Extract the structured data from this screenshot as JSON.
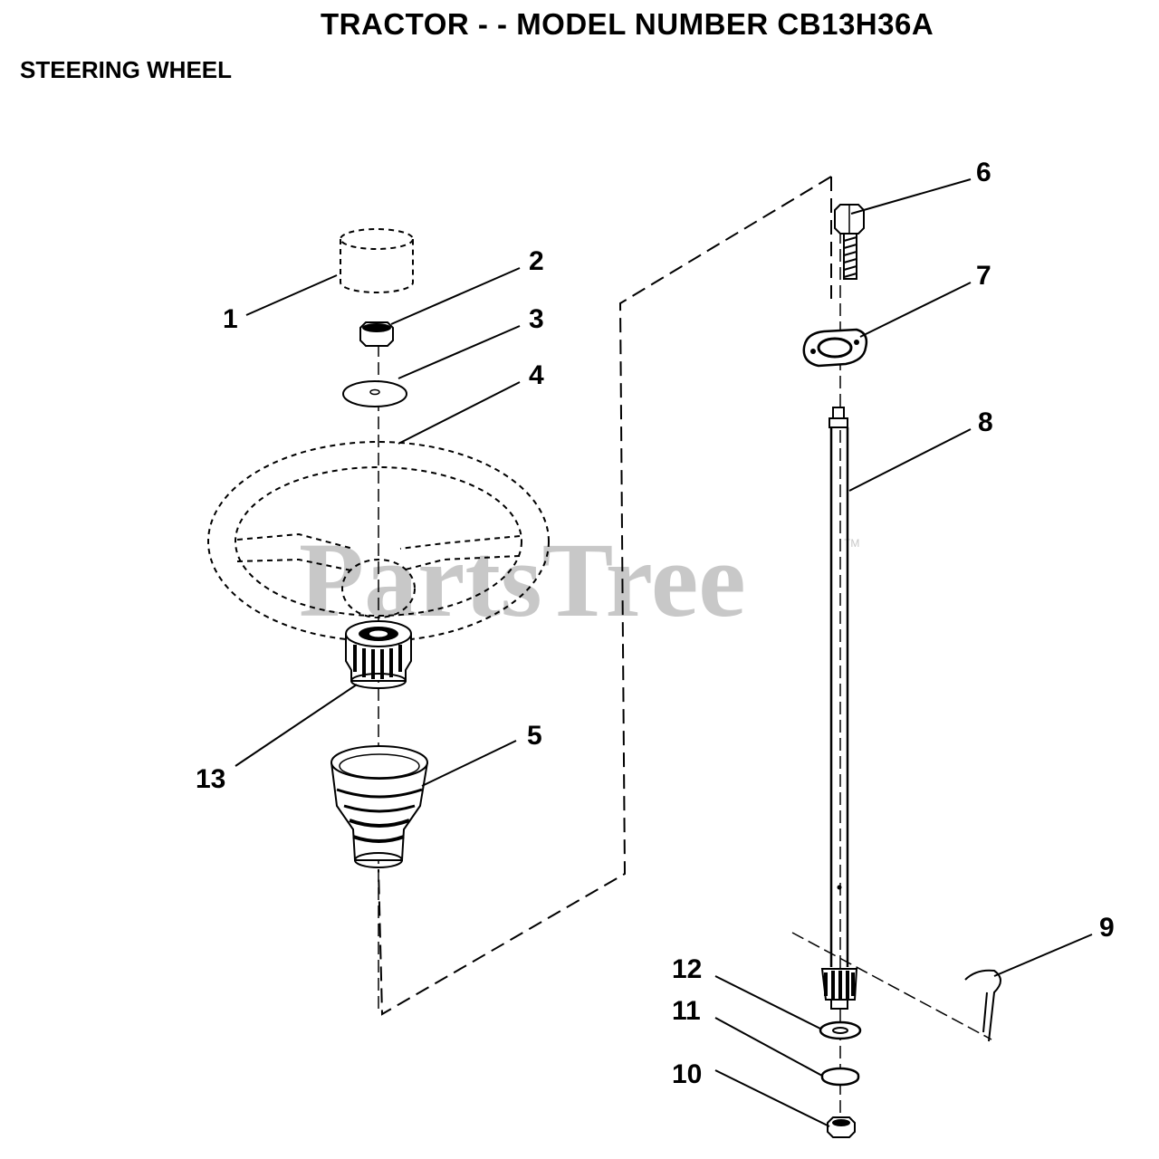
{
  "header": {
    "title": "TRACTOR - - MODEL NUMBER CB13H36A",
    "subtitle": "STEERING WHEEL"
  },
  "watermark": {
    "text": "PartsTree",
    "trademark": "TM"
  },
  "callouts": [
    {
      "id": "1",
      "label": "1"
    },
    {
      "id": "2",
      "label": "2"
    },
    {
      "id": "3",
      "label": "3"
    },
    {
      "id": "4",
      "label": "4"
    },
    {
      "id": "5",
      "label": "5"
    },
    {
      "id": "6",
      "label": "6"
    },
    {
      "id": "7",
      "label": "7"
    },
    {
      "id": "8",
      "label": "8"
    },
    {
      "id": "9",
      "label": "9"
    },
    {
      "id": "10",
      "label": "10"
    },
    {
      "id": "11",
      "label": "11"
    },
    {
      "id": "12",
      "label": "12"
    },
    {
      "id": "13",
      "label": "13"
    }
  ]
}
